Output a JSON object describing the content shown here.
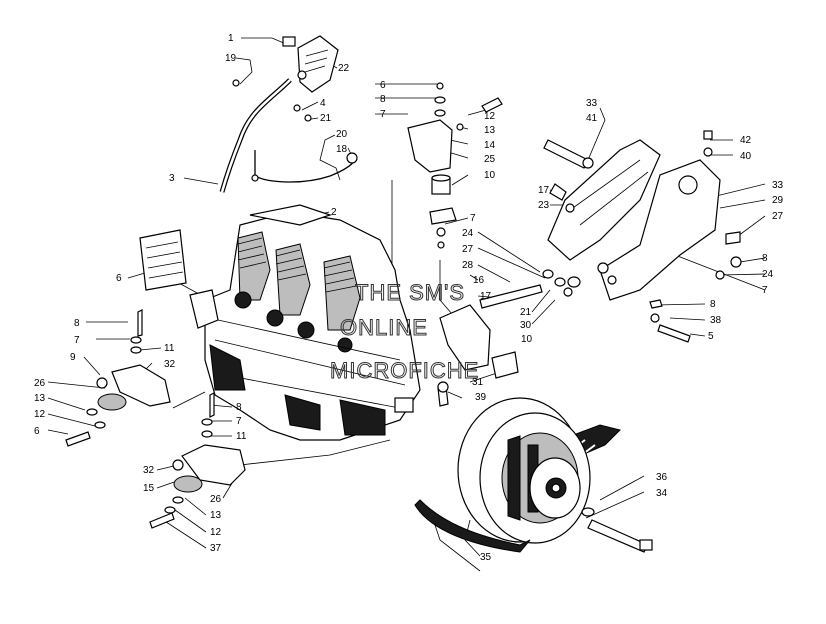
{
  "watermark": {
    "line1": "THE SM'S",
    "line2": "ONLINE",
    "line3": "MICROFICHE"
  },
  "callouts": [
    {
      "id": "c1",
      "text": "1"
    },
    {
      "id": "c19",
      "text": "19"
    },
    {
      "id": "c22",
      "text": "22"
    },
    {
      "id": "c6a",
      "text": "6"
    },
    {
      "id": "c8a",
      "text": "8"
    },
    {
      "id": "c7a",
      "text": "7"
    },
    {
      "id": "c4",
      "text": "4"
    },
    {
      "id": "c21a",
      "text": "21"
    },
    {
      "id": "c20",
      "text": "20"
    },
    {
      "id": "c18",
      "text": "18"
    },
    {
      "id": "c3",
      "text": "3"
    },
    {
      "id": "c2",
      "text": "2"
    },
    {
      "id": "c12a",
      "text": "12"
    },
    {
      "id": "c13a",
      "text": "13"
    },
    {
      "id": "c14",
      "text": "14"
    },
    {
      "id": "c25",
      "text": "25"
    },
    {
      "id": "c10a",
      "text": "10"
    },
    {
      "id": "c7b",
      "text": "7"
    },
    {
      "id": "c24a",
      "text": "24"
    },
    {
      "id": "c27a",
      "text": "27"
    },
    {
      "id": "c28",
      "text": "28"
    },
    {
      "id": "c16",
      "text": "16"
    },
    {
      "id": "c17a",
      "text": "17"
    },
    {
      "id": "c21b",
      "text": "21"
    },
    {
      "id": "c30",
      "text": "30"
    },
    {
      "id": "c10b",
      "text": "10"
    },
    {
      "id": "c31",
      "text": "31"
    },
    {
      "id": "c39",
      "text": "39"
    },
    {
      "id": "c33a",
      "text": "33"
    },
    {
      "id": "c41",
      "text": "41"
    },
    {
      "id": "c42",
      "text": "42"
    },
    {
      "id": "c40",
      "text": "40"
    },
    {
      "id": "c17b",
      "text": "17"
    },
    {
      "id": "c23",
      "text": "23"
    },
    {
      "id": "c33b",
      "text": "33"
    },
    {
      "id": "c29",
      "text": "29"
    },
    {
      "id": "c27b",
      "text": "27"
    },
    {
      "id": "c8b",
      "text": "8"
    },
    {
      "id": "c24b",
      "text": "24"
    },
    {
      "id": "c7c",
      "text": "7"
    },
    {
      "id": "c8c",
      "text": "8"
    },
    {
      "id": "c38",
      "text": "38"
    },
    {
      "id": "c5",
      "text": "5"
    },
    {
      "id": "c6b",
      "text": "6"
    },
    {
      "id": "c8d",
      "text": "8"
    },
    {
      "id": "c7d",
      "text": "7"
    },
    {
      "id": "c11a",
      "text": "11"
    },
    {
      "id": "c9",
      "text": "9"
    },
    {
      "id": "c32a",
      "text": "32"
    },
    {
      "id": "c26a",
      "text": "26"
    },
    {
      "id": "c13b",
      "text": "13"
    },
    {
      "id": "c12b",
      "text": "12"
    },
    {
      "id": "c6c",
      "text": "6"
    },
    {
      "id": "c8e",
      "text": "8"
    },
    {
      "id": "c7e",
      "text": "7"
    },
    {
      "id": "c11b",
      "text": "11"
    },
    {
      "id": "c32b",
      "text": "32"
    },
    {
      "id": "c15",
      "text": "15"
    },
    {
      "id": "c26b",
      "text": "26"
    },
    {
      "id": "c13c",
      "text": "13"
    },
    {
      "id": "c12c",
      "text": "12"
    },
    {
      "id": "c37",
      "text": "37"
    },
    {
      "id": "c36",
      "text": "36"
    },
    {
      "id": "c34",
      "text": "34"
    },
    {
      "id": "c35",
      "text": "35"
    }
  ]
}
